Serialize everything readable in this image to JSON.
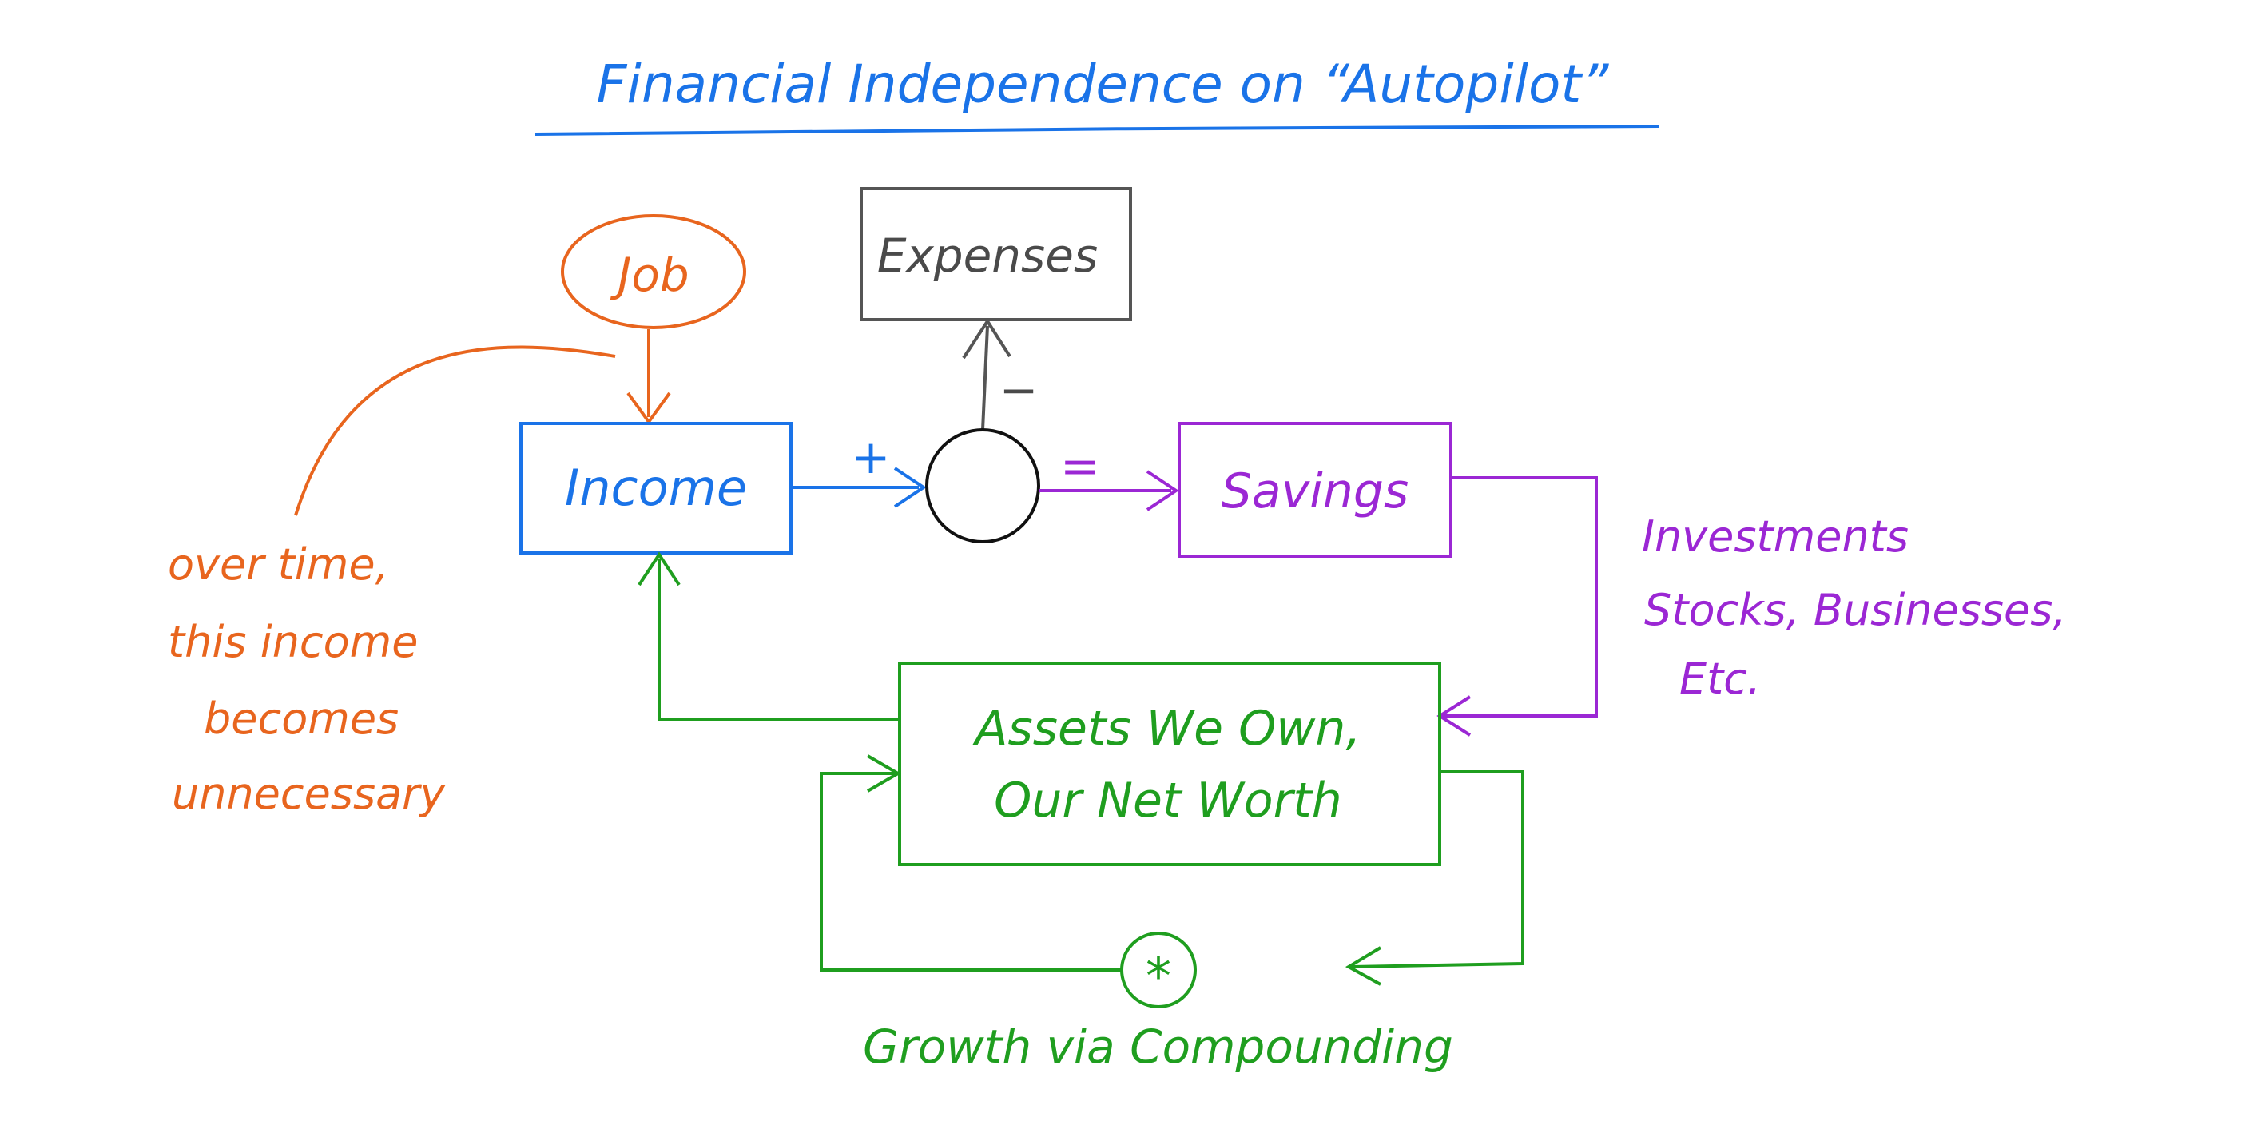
{
  "title": "Financial Independence on “Autopilot”",
  "nodes": {
    "job": "Job",
    "expenses": "Expenses",
    "income": "Income",
    "savings": "Savings",
    "assets_line1": "Assets We Own,",
    "assets_line2": "Our Net Worth"
  },
  "signs": {
    "plus": "+",
    "minus": "−",
    "equals": "=",
    "multiply": "*"
  },
  "annotations": {
    "over_time": [
      "over time,",
      "this income",
      "becomes",
      "unnecessary"
    ],
    "investments": [
      "Investments",
      "Stocks, Businesses,",
      "Etc."
    ],
    "growth": "Growth via Compounding"
  },
  "colors": {
    "title": "#1a73e8",
    "job": "#e8651e",
    "expenses": "#4a4a4a",
    "income": "#1a73e8",
    "savings": "#9b27d4",
    "assets": "#1f9e1f",
    "junction": "#111111"
  }
}
